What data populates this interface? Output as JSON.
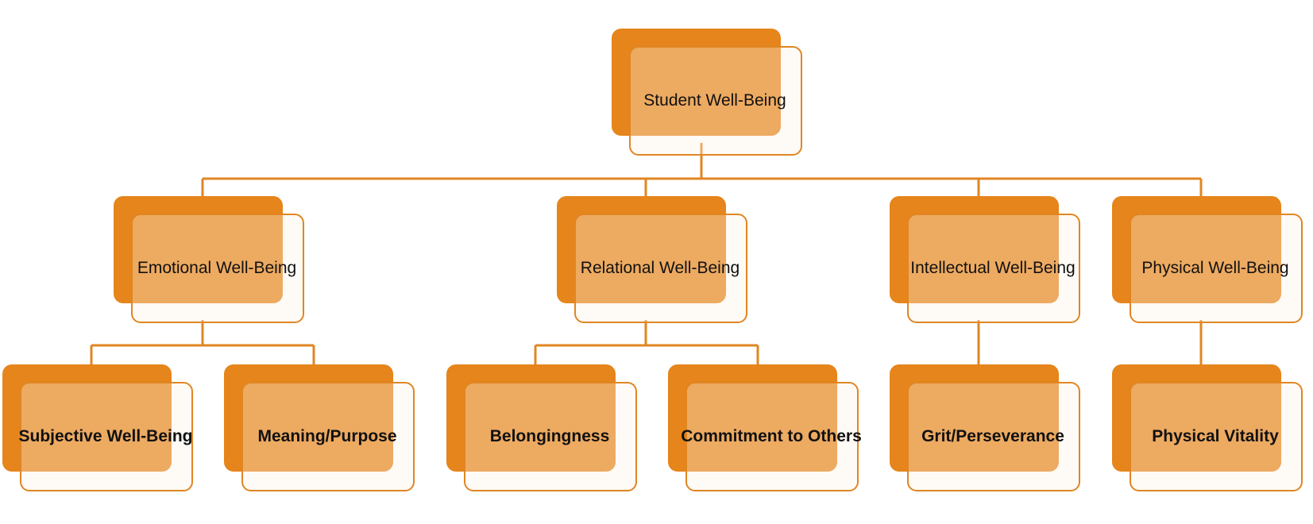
{
  "colors": {
    "accent": "#E5851B",
    "fill": "#FBF1E5",
    "stroke": "#E08623"
  },
  "diagram": {
    "root": {
      "label": "Student  Well-Being"
    },
    "branches": [
      {
        "label": "Emotional Well-Being",
        "children": [
          "Subjective Well-Being",
          "Meaning/Purpose"
        ]
      },
      {
        "label": "Relational Well-Being",
        "children": [
          "Belongingness",
          "Commitment to Others"
        ]
      },
      {
        "label": "Intellectual Well-Being",
        "children": [
          "Grit/Perseverance"
        ]
      },
      {
        "label": "Physical Well-Being",
        "children": [
          "Physical Vitality"
        ]
      }
    ]
  }
}
